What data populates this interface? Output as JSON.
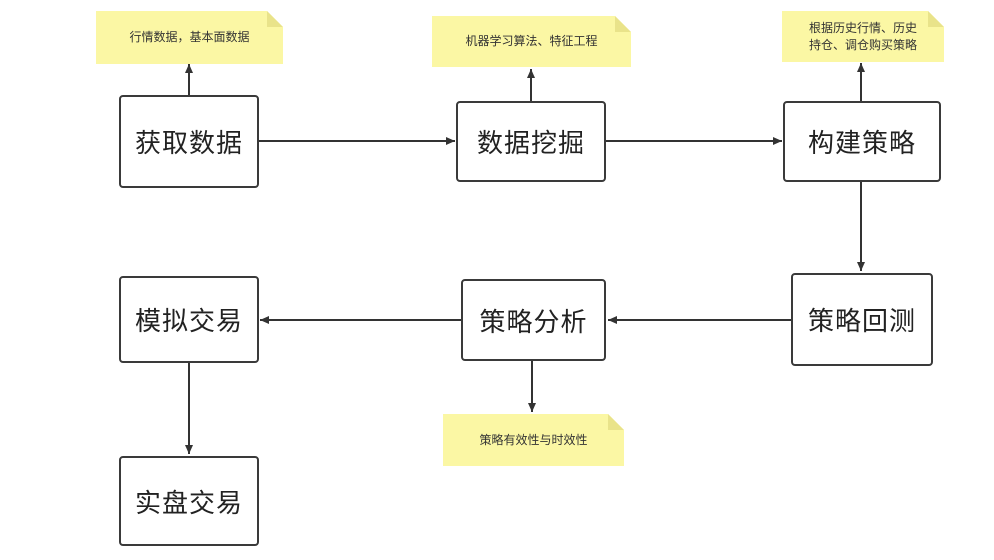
{
  "nodes": {
    "acquire_data": "获取数据",
    "data_mining": "数据挖掘",
    "build_strategy": "构建策略",
    "backtest": "策略回测",
    "strategy_analysis": "策略分析",
    "paper_trading": "模拟交易",
    "live_trading": "实盘交易"
  },
  "notes": {
    "acquire_data": "行情数据，基本面数据",
    "data_mining": "机器学习算法、特征工程",
    "build_strategy_line1": "根据历史行情、历史",
    "build_strategy_line2": "持仓、调仓购买策略",
    "strategy_analysis": "策略有效性与时效性"
  },
  "colors": {
    "box_border": "#3a3a3a",
    "arrow": "#333333",
    "note_fill": "#fbf7a4",
    "note_fold": "#e9e38a"
  }
}
